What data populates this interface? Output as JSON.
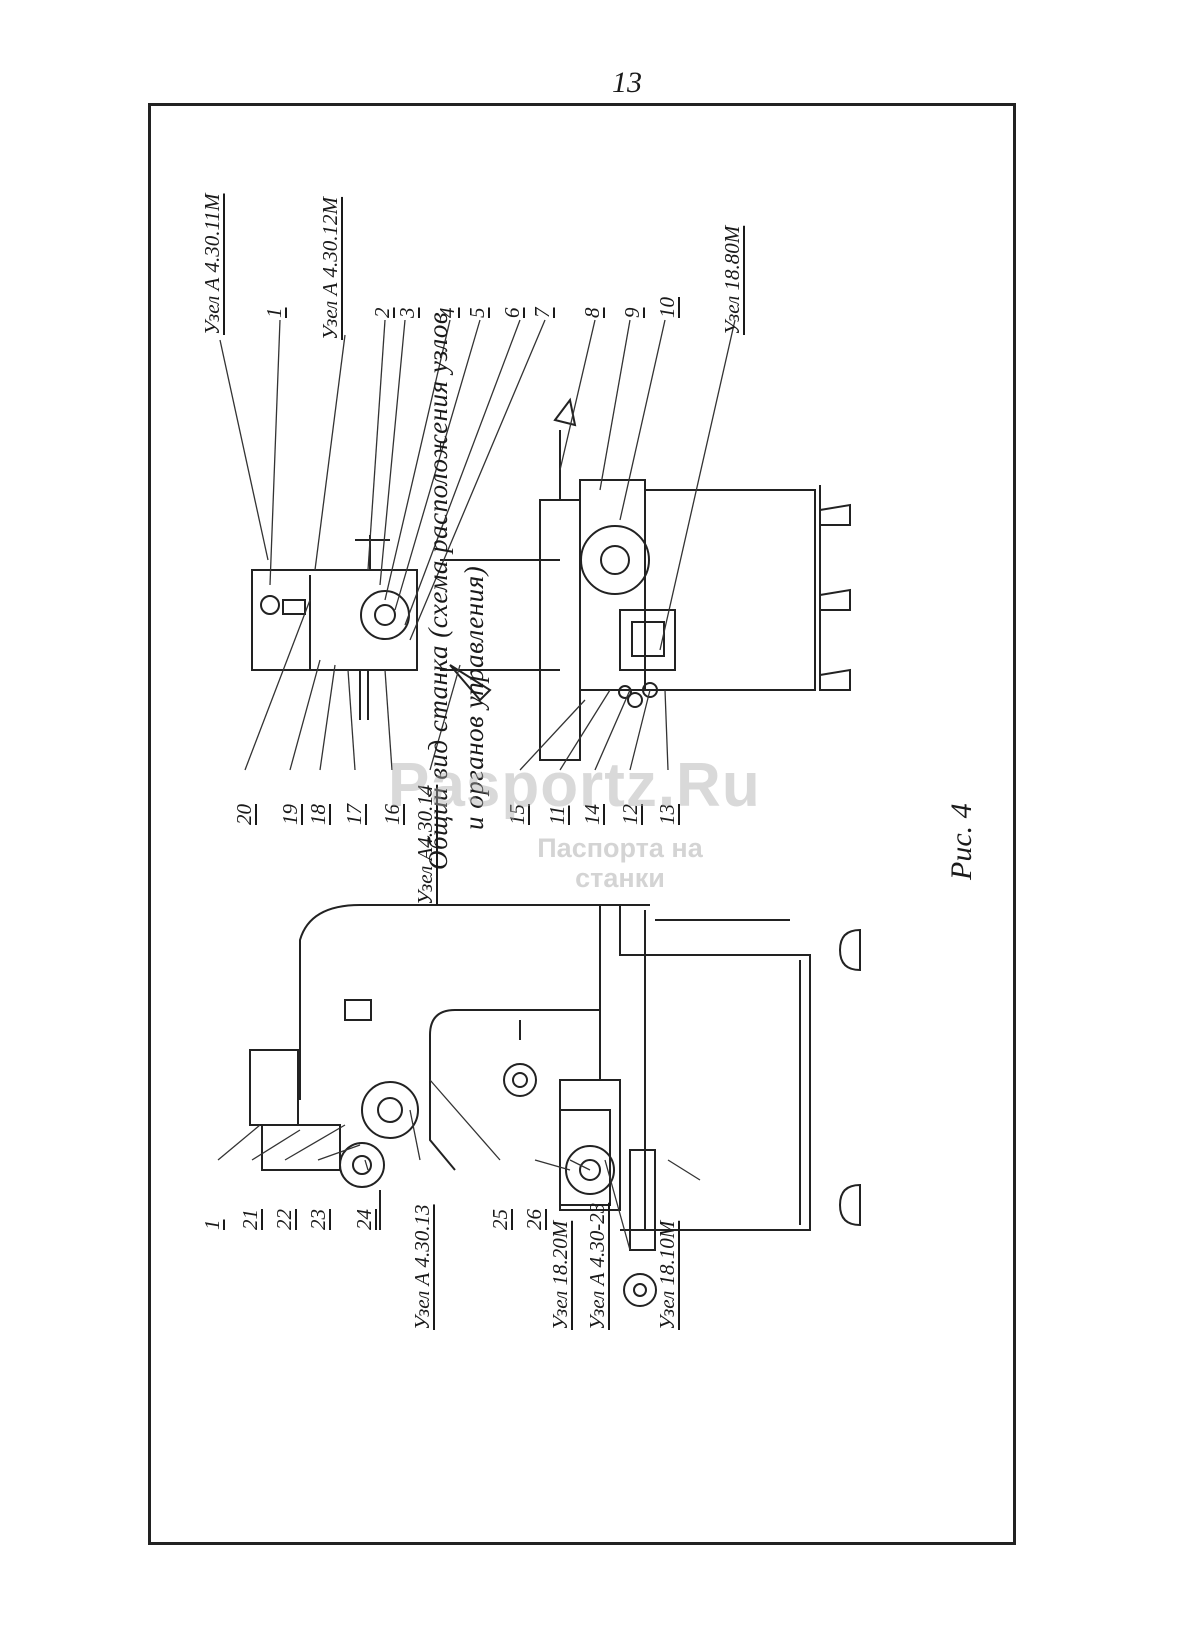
{
  "page_number": "13",
  "title": {
    "line1": "Общий вид станка (схема расположения узлов",
    "line2": "и органов управления)"
  },
  "figure_caption": "Рис. 4",
  "labels_top": [
    "Узел А 4.30.11М",
    "1",
    "Узел А 4.30.12М",
    "2",
    "3",
    "4",
    "5",
    "6",
    "7",
    "8",
    "9",
    "10",
    "Узел 18.80М"
  ],
  "labels_middle": [
    "20",
    "19",
    "18",
    "17",
    "16",
    "Узел А4.30.14",
    "15",
    "11",
    "14",
    "12",
    "13"
  ],
  "labels_left": [
    "1",
    "21",
    "22",
    "23",
    "24",
    "Узел А 4.30.13",
    "25",
    "26",
    "Узел 18.20М",
    "Узел А 4.30-23",
    "Узел 18.10М"
  ],
  "watermark": {
    "main": "Pasportz.Ru",
    "sub_line1": "Паспорта на",
    "sub_line2": "станки"
  }
}
